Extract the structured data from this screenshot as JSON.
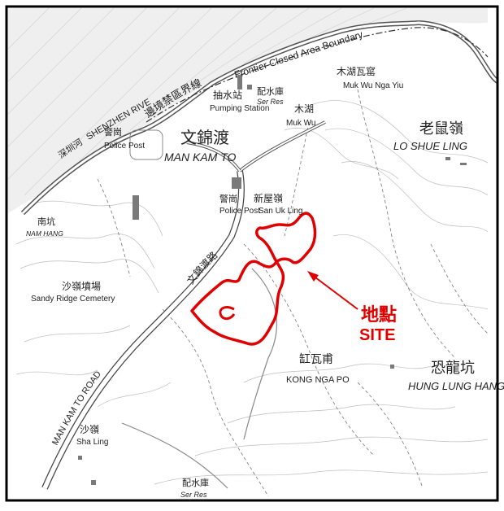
{
  "colors": {
    "site": "#e00000",
    "ink": "#222222",
    "road": "#ffffff",
    "contour": "#b8b8b8",
    "frame": "#000000"
  },
  "labels": {
    "frontier_boundary": "Frontier Closed Area Boundary",
    "frontier_cn": "邊境禁區界線",
    "shenzhen_river_cn": "深圳河",
    "shenzhen_river": "SHENZHEN RIVER",
    "police_post_left_cn": "警崗",
    "police_post_left": "Police Post",
    "man_kam_to_cn": "文錦渡",
    "man_kam_to": "MAN KAM TO",
    "pumping_station_cn": "抽水站",
    "pumping_station": "Pumping Station",
    "ser_res_top_cn": "配水庫",
    "ser_res_top": "Ser Res",
    "muk_wu_nga_yiu_cn": "木湖瓦窰",
    "muk_wu_nga_yiu": "Muk Wu Nga Yiu",
    "muk_wu_cn": "木湖",
    "muk_wu": "Muk Wu",
    "lo_shue_ling_cn": "老鼠嶺",
    "lo_shue_ling": "LO SHUE LING",
    "police_post_mid_cn": "警崗",
    "police_post_mid": "Police Post",
    "san_uk_ling_cn": "新屋嶺",
    "san_uk_ling": "San Uk Ling",
    "nam_hang_cn": "南坑",
    "nam_hang": "NAM HANG",
    "sandy_ridge_cn": "沙嶺墳場",
    "sandy_ridge": "Sandy Ridge Cemetery",
    "man_kam_to_road_cn": "文錦渡路",
    "man_kam_to_road": "MAN KAM TO ROAD",
    "site_cn": "地點",
    "site": "SITE",
    "kong_nga_po_cn": "缸瓦甫",
    "kong_nga_po": "KONG NGA PO",
    "hung_lung_hang_cn": "恐龍坑",
    "hung_lung_hang": "HUNG LUNG HANG",
    "sha_ling_cn": "沙嶺",
    "sha_ling": "Sha Ling",
    "ser_res_bottom_cn": "配水庫",
    "ser_res_bottom": "Ser Res"
  }
}
